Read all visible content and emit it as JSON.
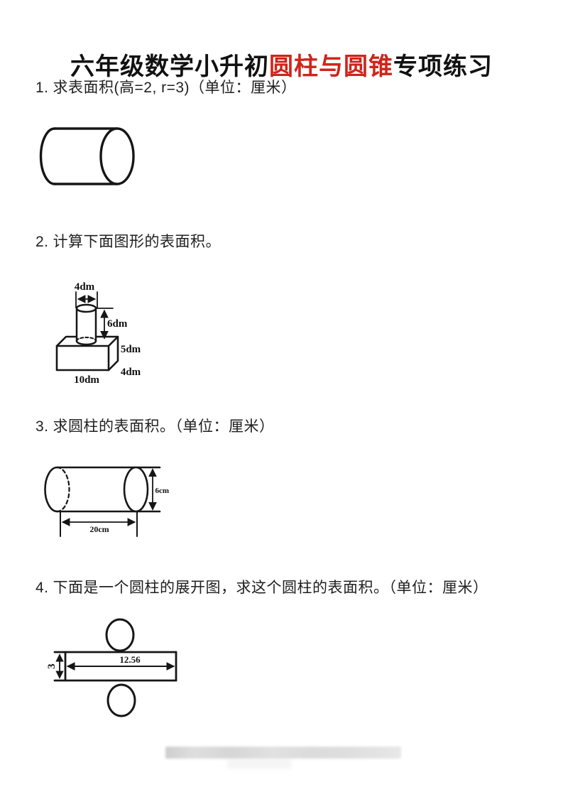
{
  "document": {
    "title": {
      "part1": "六年级数学小升初",
      "highlight": "圆柱与圆锥",
      "part2": "专项练习"
    },
    "questions": [
      {
        "number": "1.",
        "text": "求表面积(高=2, r=3)（单位：厘米）"
      },
      {
        "number": "2.",
        "text": "计算下面图形的表面积。"
      },
      {
        "number": "3.",
        "text": "求圆柱的表面积。（单位：厘米）"
      },
      {
        "number": "4.",
        "text": "下面是一个圆柱的展开图，求这个圆柱的表面积。（单位：厘米）"
      }
    ],
    "figures": {
      "fig2": {
        "top_diameter": "4dm",
        "cylinder_height": "6dm",
        "box_height": "5dm",
        "box_depth": "4dm",
        "box_length": "10dm"
      },
      "fig3": {
        "diameter": "6cm",
        "length": "20cm"
      },
      "fig4": {
        "rect_height": "3",
        "rect_length": "12.56"
      }
    },
    "colors": {
      "accent_red": "#d0241a",
      "ink": "#1f1f1f"
    }
  }
}
